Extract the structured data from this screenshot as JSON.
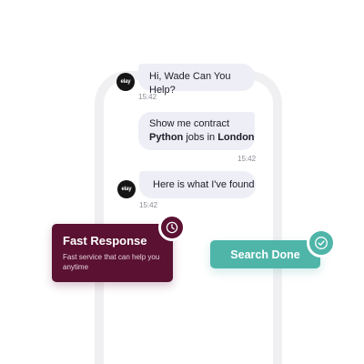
{
  "chat": {
    "avatar_label": "elay",
    "message1": {
      "text": "Hi, Wade Can You Help?",
      "time": "15:42"
    },
    "message2": {
      "line1": "Show me contract",
      "kw1": "Python",
      "mid": " jobs in ",
      "kw2": "London",
      "time": "15:42"
    },
    "message3": {
      "text": "Here is what I've found",
      "time": "15:42"
    }
  },
  "fast_response": {
    "title": "Fast Response",
    "subtitle": "Fast service that can help you anytime",
    "icon": "clock-icon"
  },
  "search_done": {
    "label": "Search Done",
    "icon": "check-circle-icon"
  },
  "colors": {
    "maroon": "#5a1132",
    "teal": "#4fb5a9",
    "bubble": "#eeeef6"
  }
}
